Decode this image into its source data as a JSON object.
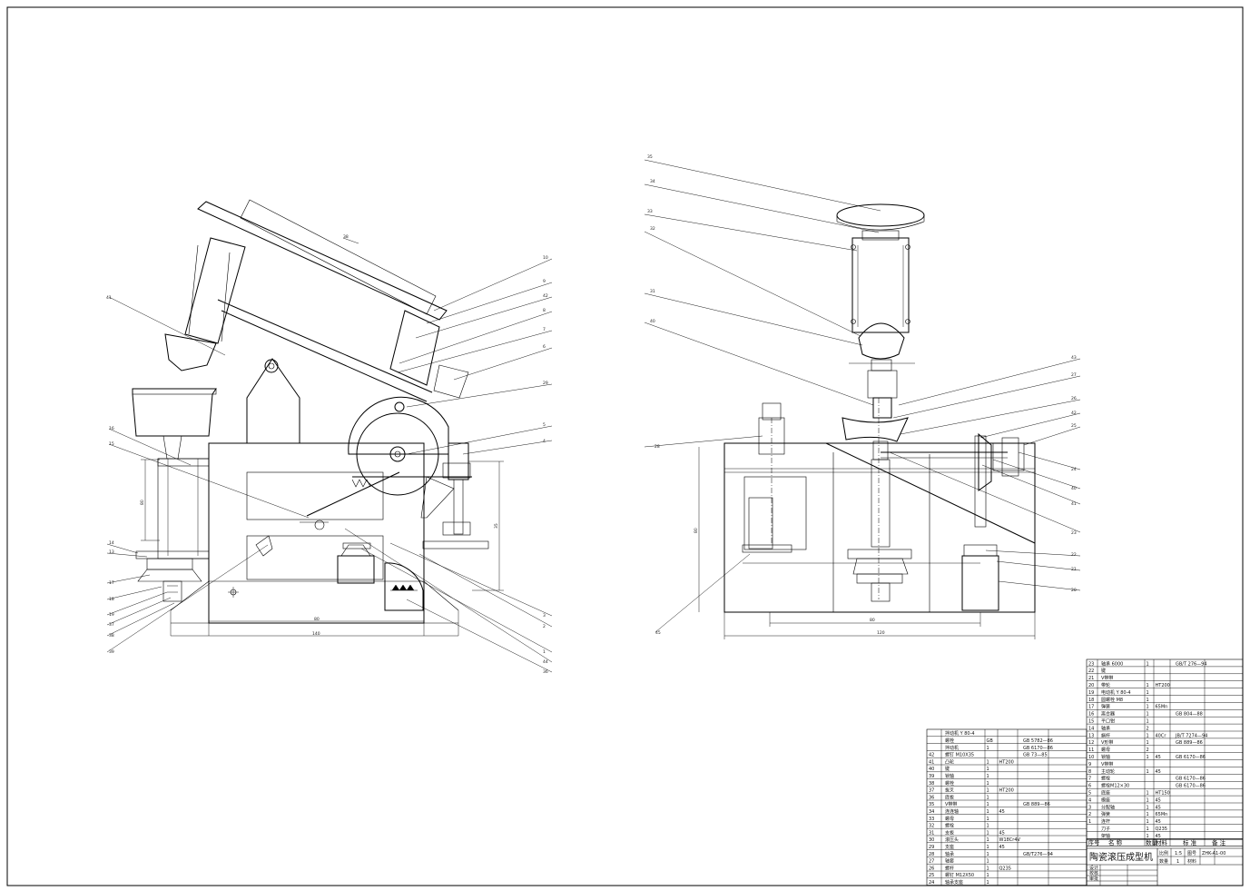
{
  "drawing": {
    "title": "陶瓷滚压成型机",
    "colors": {
      "line": "#000000",
      "paper": "#ffffff"
    }
  },
  "left_view": {
    "callouts": [
      {
        "label": "41"
      },
      {
        "label": "38"
      },
      {
        "label": "10"
      },
      {
        "label": "9"
      },
      {
        "label": "42"
      },
      {
        "label": "8"
      },
      {
        "label": "7"
      },
      {
        "label": "6"
      },
      {
        "label": "29"
      },
      {
        "label": "16"
      },
      {
        "label": "15"
      },
      {
        "label": "5"
      },
      {
        "label": "4"
      },
      {
        "label": "14"
      },
      {
        "label": "13"
      },
      {
        "label": "17"
      },
      {
        "label": "18"
      },
      {
        "label": "19"
      },
      {
        "label": "37"
      },
      {
        "label": "38"
      },
      {
        "label": "39"
      },
      {
        "label": "3"
      },
      {
        "label": "2"
      },
      {
        "label": "1"
      },
      {
        "label": "44"
      },
      {
        "label": "36"
      }
    ],
    "dimensions": {
      "height_left": "80",
      "height_right": "35",
      "width_inner": "80",
      "width_total": "140"
    }
  },
  "right_view": {
    "callouts": [
      {
        "label": "35"
      },
      {
        "label": "34"
      },
      {
        "label": "33"
      },
      {
        "label": "32"
      },
      {
        "label": "31"
      },
      {
        "label": "40"
      },
      {
        "label": "28"
      },
      {
        "label": "43"
      },
      {
        "label": "27"
      },
      {
        "label": "26"
      },
      {
        "label": "42"
      },
      {
        "label": "25"
      },
      {
        "label": "24"
      },
      {
        "label": "40"
      },
      {
        "label": "41"
      },
      {
        "label": "23"
      },
      {
        "label": "22"
      },
      {
        "label": "21"
      },
      {
        "label": "20"
      },
      {
        "label": "45"
      }
    ],
    "dimensions": {
      "height": "80",
      "width_inner": "80",
      "width_total": "120"
    }
  },
  "parts_list_left": {
    "rows": [
      {
        "no": "",
        "name": "拌动机 Y 80-4",
        "qty": "",
        "material": "",
        "standard": ""
      },
      {
        "no": "",
        "name": "螺栓",
        "qty": "GB",
        "material": "",
        "standard": "GB 5782—86"
      },
      {
        "no": "",
        "name": "拌动机",
        "qty": "1",
        "material": "",
        "standard": "GB 6170—86"
      },
      {
        "no": "42",
        "name": "螺钉 M10X35",
        "qty": "",
        "material": "",
        "standard": "GB 73—85"
      },
      {
        "no": "41",
        "name": "凸轮",
        "qty": "1",
        "material": "HT200",
        "standard": ""
      },
      {
        "no": "40",
        "name": "键",
        "qty": "1",
        "material": "",
        "standard": ""
      },
      {
        "no": "39",
        "name": "锁轴",
        "qty": "1",
        "material": "",
        "standard": ""
      },
      {
        "no": "38",
        "name": "螺栓",
        "qty": "1",
        "material": "",
        "standard": ""
      },
      {
        "no": "37",
        "name": "拔叉",
        "qty": "1",
        "material": "HT200",
        "standard": ""
      },
      {
        "no": "36",
        "name": "底板",
        "qty": "1",
        "material": "",
        "standard": ""
      },
      {
        "no": "35",
        "name": "V带带",
        "qty": "1",
        "material": "",
        "standard": "GB 889—86"
      },
      {
        "no": "34",
        "name": "连连轴",
        "qty": "1",
        "material": "45",
        "standard": ""
      },
      {
        "no": "33",
        "name": "螺母",
        "qty": "1",
        "material": "",
        "standard": ""
      },
      {
        "no": "32",
        "name": "螺栓",
        "qty": "1",
        "material": "",
        "standard": ""
      },
      {
        "no": "31",
        "name": "支板",
        "qty": "1",
        "material": "45",
        "standard": ""
      },
      {
        "no": "30",
        "name": "滚压头",
        "qty": "1",
        "material": "W18Cr4V",
        "standard": ""
      },
      {
        "no": "29",
        "name": "支座",
        "qty": "1",
        "material": "45",
        "standard": ""
      },
      {
        "no": "28",
        "name": "轴承",
        "qty": "1",
        "material": "",
        "standard": "GB/T276—94"
      },
      {
        "no": "27",
        "name": "轴套",
        "qty": "1",
        "material": "",
        "standard": ""
      },
      {
        "no": "26",
        "name": "螺杆",
        "qty": "1",
        "material": "Q235",
        "standard": ""
      },
      {
        "no": "25",
        "name": "螺钉 M12X50",
        "qty": "1",
        "material": "",
        "standard": ""
      },
      {
        "no": "24",
        "name": "轴承支座",
        "qty": "1",
        "material": "",
        "standard": ""
      }
    ]
  },
  "parts_list_right": {
    "rows": [
      {
        "no": "23",
        "name": "轴承 6000",
        "qty": "1",
        "material": "",
        "standard": "GB/T 276—94"
      },
      {
        "no": "22",
        "name": "键",
        "qty": "",
        "material": "",
        "standard": ""
      },
      {
        "no": "21",
        "name": "V带带",
        "qty": "",
        "material": "",
        "standard": ""
      },
      {
        "no": "20",
        "name": "带轮",
        "qty": "1",
        "material": "HT200",
        "standard": ""
      },
      {
        "no": "19",
        "name": "电动机 Y 80-4",
        "qty": "1",
        "material": "",
        "standard": ""
      },
      {
        "no": "18",
        "name": "圆螺栓 M8",
        "qty": "1",
        "material": "",
        "standard": ""
      },
      {
        "no": "17",
        "name": "弹簧",
        "qty": "1",
        "material": "65Mn",
        "standard": ""
      },
      {
        "no": "16",
        "name": "离合器",
        "qty": "1",
        "material": "",
        "standard": "GB 804—88"
      },
      {
        "no": "15",
        "name": "平口钳",
        "qty": "1",
        "material": "",
        "standard": ""
      },
      {
        "no": "14",
        "name": "轴承",
        "qty": "2",
        "material": "",
        "standard": ""
      },
      {
        "no": "13",
        "name": "蜗杆",
        "qty": "1",
        "material": "40Cr",
        "standard": "JB/T 7274—94"
      },
      {
        "no": "12",
        "name": "V形带",
        "qty": "1",
        "material": "",
        "standard": "GB 889—86"
      },
      {
        "no": "11",
        "name": "螺母",
        "qty": "2",
        "material": "",
        "standard": ""
      },
      {
        "no": "10",
        "name": "锁轴",
        "qty": "1",
        "material": "45",
        "standard": "GB 6170—86"
      },
      {
        "no": "9",
        "name": "V带带",
        "qty": "",
        "material": "",
        "standard": ""
      },
      {
        "no": "8",
        "name": "主动轮",
        "qty": "1",
        "material": "45",
        "standard": ""
      },
      {
        "no": "7",
        "name": "螺栓",
        "qty": "",
        "material": "",
        "standard": "GB 6170—86"
      },
      {
        "no": "6",
        "name": "螺栓M12×30",
        "qty": "",
        "material": "",
        "standard": "GB 6170—86"
      },
      {
        "no": "5",
        "name": "底座",
        "qty": "1",
        "material": "HT150",
        "standard": ""
      },
      {
        "no": "4",
        "name": "模座",
        "qty": "1",
        "material": "45",
        "standard": ""
      },
      {
        "no": "3",
        "name": "分配轴",
        "qty": "1",
        "material": "45",
        "standard": ""
      },
      {
        "no": "2",
        "name": "弹簧",
        "qty": "1",
        "material": "65Mn",
        "standard": ""
      },
      {
        "no": "1",
        "name": "连杆",
        "qty": "1",
        "material": "45",
        "standard": ""
      },
      {
        "no": "",
        "name": "刀子",
        "qty": "1",
        "material": "Q235",
        "standard": ""
      },
      {
        "no": "",
        "name": "架轴",
        "qty": "1",
        "material": "45",
        "standard": ""
      }
    ],
    "header": {
      "no": "序号",
      "name": "名 称",
      "qty": "数量",
      "material": "材料",
      "standard": "标 准",
      "note": "备 注"
    }
  },
  "title_block": {
    "drawing_name": "陶瓷滚压成型机",
    "scale_label": "比例",
    "scale_value": "1:5",
    "drawing_no_label": "图号",
    "drawing_no_value": "ZHK-A1-00",
    "qty_label": "数量",
    "qty_value": "1",
    "material_label": "材料",
    "design_label": "设计",
    "check_label": "校核",
    "approve_label": "审批"
  }
}
